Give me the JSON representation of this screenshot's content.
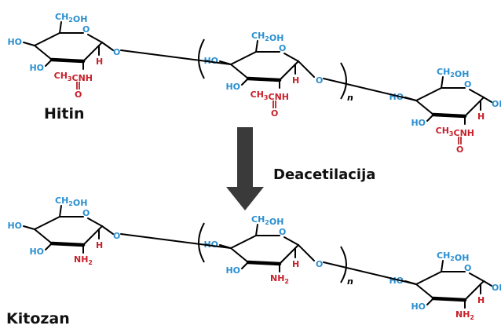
{
  "labels": {
    "top_title": "Hitin",
    "bottom_title": "Kitozan",
    "process": "Deacetilacija"
  },
  "groups": {
    "ch2oh": "CH2OH",
    "ho": "HO",
    "oh": "OH",
    "o": "O",
    "h": "H",
    "n": "n",
    "acetamide": "CH3CNH",
    "carbonyl_o": "O",
    "amine": "NH2"
  },
  "colors": {
    "hydroxyl": "#2a8fd0",
    "nitrogen_group": "#c8202a",
    "bond": "#000000"
  },
  "icons": {
    "arrow": "down-arrow-icon"
  }
}
